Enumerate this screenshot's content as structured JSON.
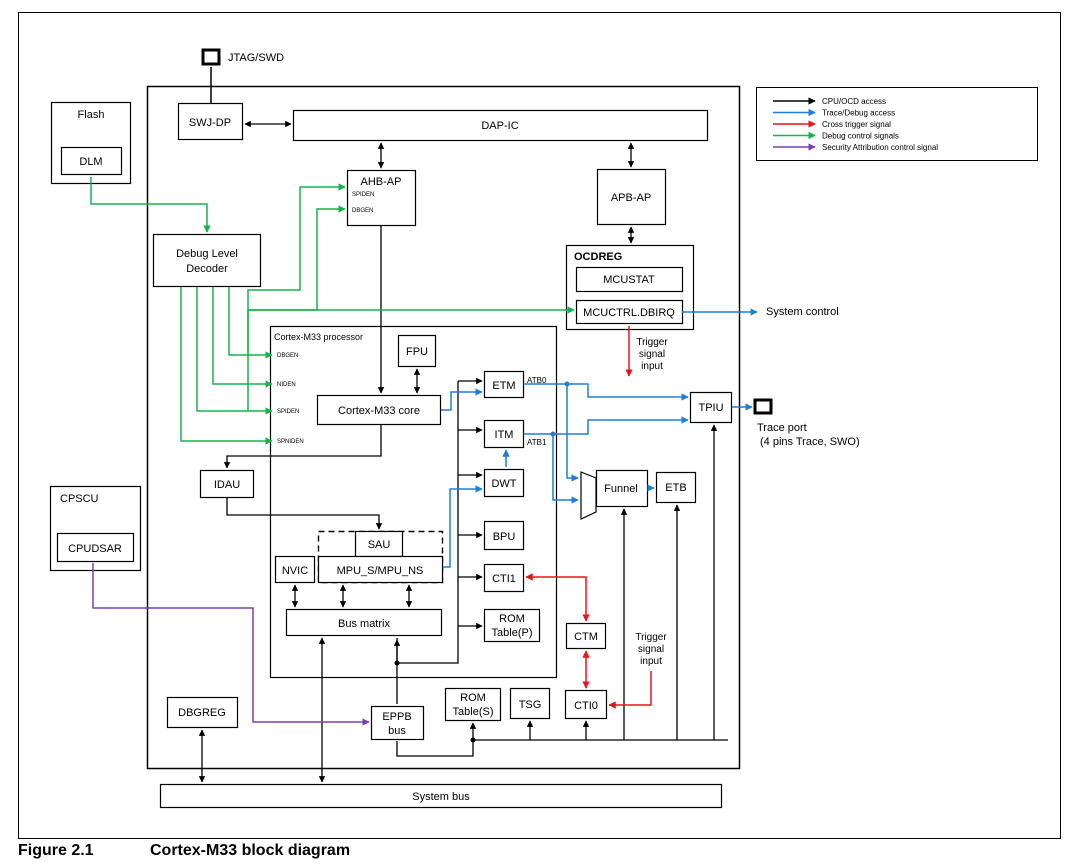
{
  "figure": {
    "number": "Figure 2.1",
    "title": "Cortex-M33 block diagram"
  },
  "legend": {
    "items": [
      {
        "label": "CPU/OCD access",
        "color": "#000000"
      },
      {
        "label": "Trace/Debug access",
        "color": "#1f7ed6"
      },
      {
        "label": "Cross trigger signal",
        "color": "#e8141b"
      },
      {
        "label": "Debug control signals",
        "color": "#17b34a"
      },
      {
        "label": "Security Attribution control signal",
        "color": "#7c3fb0"
      }
    ]
  },
  "blocks": {
    "jtag": "JTAG/SWD",
    "flash": "Flash",
    "dlm": "DLM",
    "swj_dp": "SWJ-DP",
    "dap_ic": "DAP-IC",
    "ahb_ap": "AHB-AP",
    "ahb_spiden": "SPIDEN",
    "ahb_dbgen": "DBGEN",
    "apb_ap": "APB-AP",
    "debug_level_decoder_1": "Debug Level",
    "debug_level_decoder_2": "Decoder",
    "ocdreg": "OCDREG",
    "mcustat": "MCUSTAT",
    "mcuctrl": "MCUCTRL.DBIRQ",
    "system_control": "System control",
    "trigger_input_top_1": "Trigger",
    "trigger_input_top_2": "signal",
    "trigger_input_top_3": "input",
    "cortex_processor": "Cortex-M33 processor",
    "sig_dbgen": "DBGEN",
    "sig_niden": "NIDEN",
    "sig_spiden": "SPIDEN",
    "sig_spniden": "SPNIDEN",
    "fpu": "FPU",
    "cortex_core": "Cortex-M33 core",
    "etm": "ETM",
    "itm": "ITM",
    "dwt": "DWT",
    "bpu": "BPU",
    "cti1": "CTI1",
    "rom_p_1": "ROM",
    "rom_p_2": "Table(P)",
    "atb0": "ATB0",
    "atb1": "ATB1",
    "tpiu": "TPIU",
    "trace_port_1": "Trace port",
    "trace_port_2": "(4 pins Trace, SWO)",
    "funnel": "Funnel",
    "etb": "ETB",
    "idau": "IDAU",
    "sau": "SAU",
    "nvic": "NVIC",
    "mpu": "MPU_S/MPU_NS",
    "bus_matrix": "Bus matrix",
    "cpscu": "CPSCU",
    "cpudsar": "CPUDSAR",
    "ctm": "CTM",
    "trigger_input_bottom_1": "Trigger",
    "trigger_input_bottom_2": "signal",
    "trigger_input_bottom_3": "input",
    "rom_s_1": "ROM",
    "rom_s_2": "Table(S)",
    "tsg": "TSG",
    "cti0": "CTI0",
    "dbgreg": "DBGREG",
    "eppb_1": "EPPB",
    "eppb_2": "bus",
    "system_bus": "System bus"
  }
}
